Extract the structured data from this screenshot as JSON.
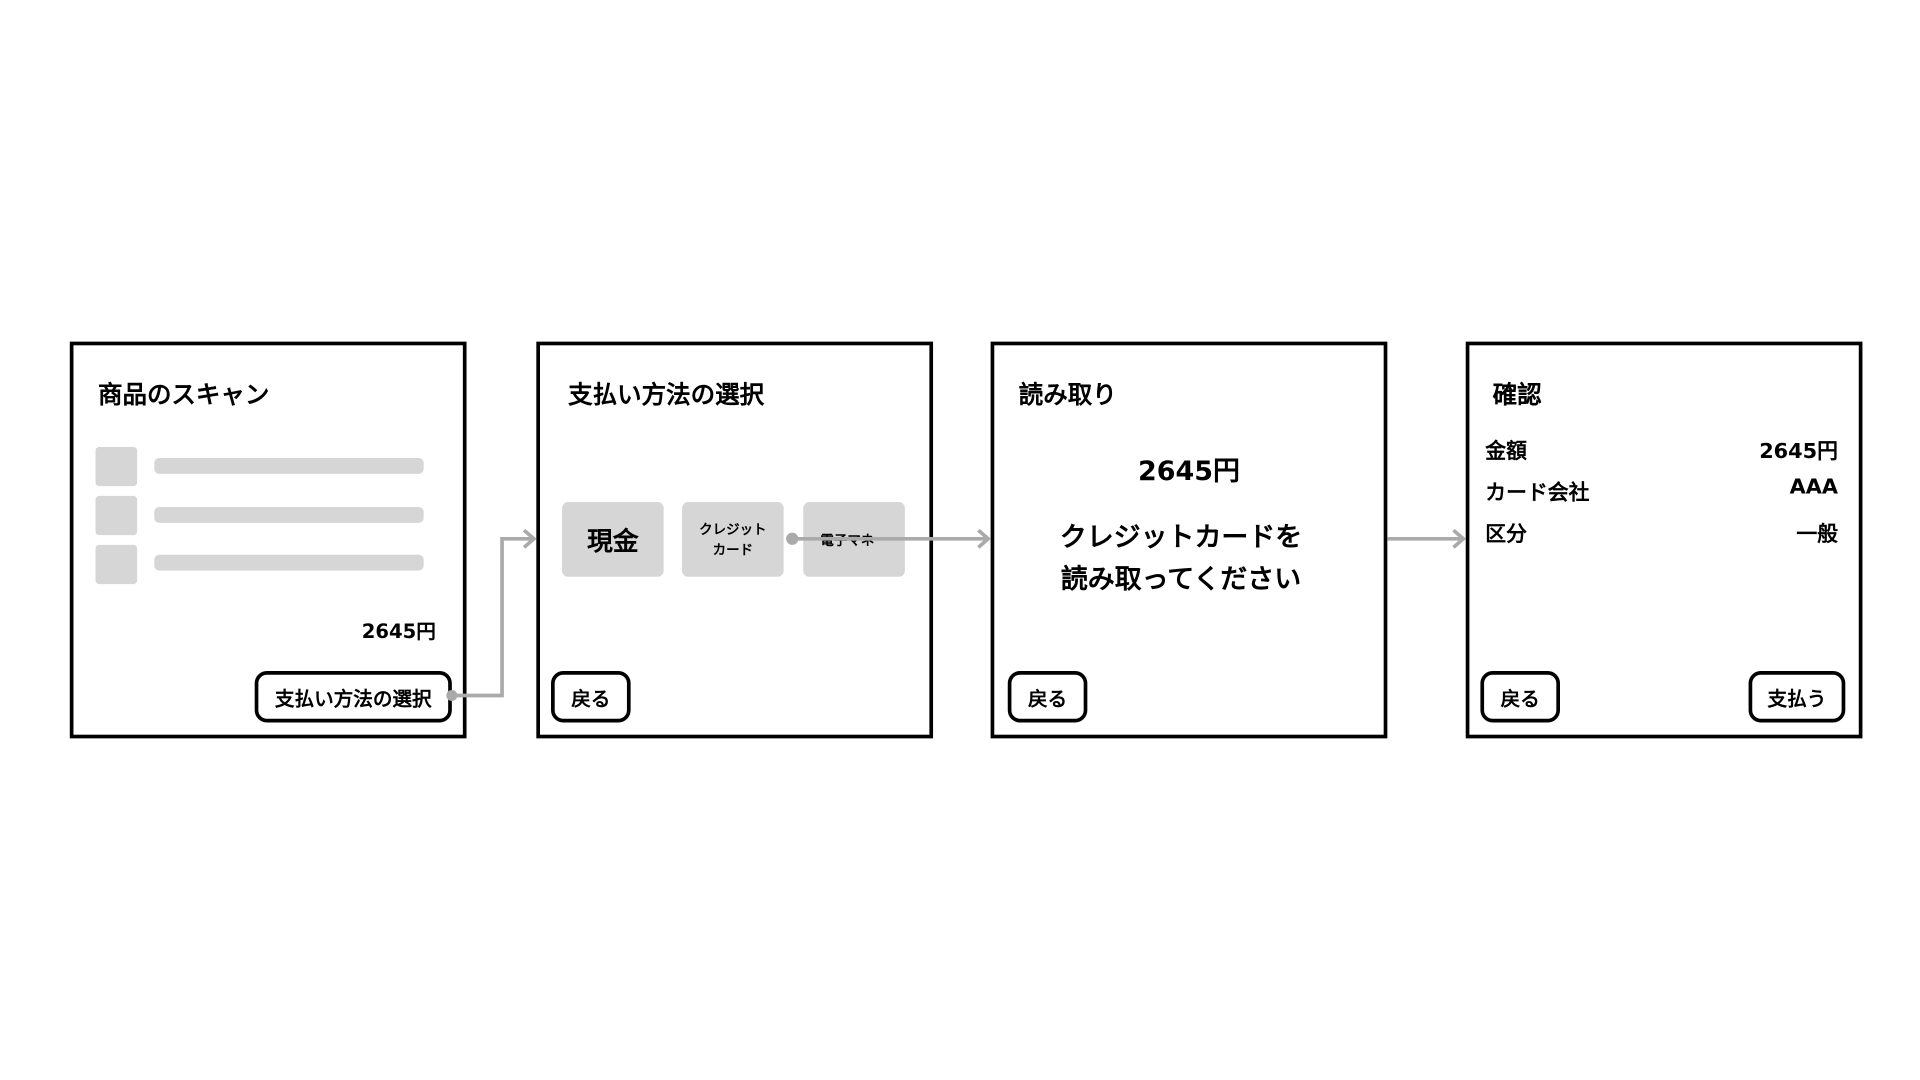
{
  "screens": [
    {
      "title": "商品のスキャン",
      "total": "2645円",
      "next_button": "支払い方法の選択"
    },
    {
      "title": "支払い方法の選択",
      "options": [
        "現金",
        "クレジット\nカード",
        "電子マネー"
      ],
      "back_button": "戻る"
    },
    {
      "title": "読み取り",
      "amount": "2645円",
      "message_line1": "クレジットカードを",
      "message_line2": "読み取ってください",
      "back_button": "戻る"
    },
    {
      "title": "確認",
      "rows": [
        {
          "label": "金額",
          "value": "2645円"
        },
        {
          "label": "カード会社",
          "value": "AAA"
        },
        {
          "label": "区分",
          "value": "一般"
        }
      ],
      "back_button": "戻る",
      "pay_button": "支払う"
    }
  ],
  "colors": {
    "placeholder": "#d6d6d6",
    "connector": "#aaaaaa",
    "border": "#000000"
  }
}
